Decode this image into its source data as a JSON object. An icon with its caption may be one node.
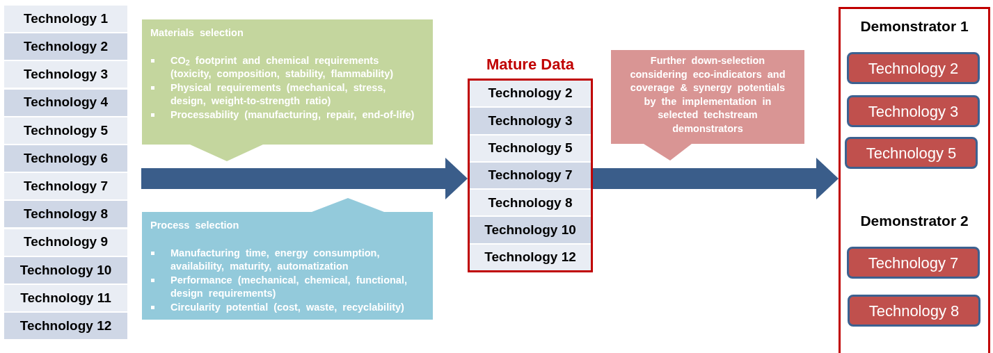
{
  "diagram": {
    "nodes": [
      {
        "text": [
          "Technology 1"
        ]
      },
      {
        "text": [
          "Technology 2"
        ]
      },
      {
        "text": [
          "Technology 3"
        ]
      },
      {
        "text": [
          "Technology 4"
        ]
      },
      {
        "text": [
          "Technology 5"
        ]
      },
      {
        "text": [
          "Technology 6"
        ]
      },
      {
        "text": [
          "Technology 7"
        ]
      },
      {
        "text": [
          "Technology 8"
        ]
      },
      {
        "text": [
          "Technology 9"
        ]
      },
      {
        "text": [
          "Technology 10"
        ]
      },
      {
        "text": [
          "Technology 11"
        ]
      },
      {
        "text": [
          "Technology 12"
        ]
      },
      {
        "text": [
          "Materials selection",
          "CO$_{2}$ footprint and chemical requirements (toxicity, composition, stability, flammability)",
          "Physical requirements (mechanical, stress, design, weight-to-strength ratio)",
          "Processability (manufacturing, repair, end-of-life)"
        ]
      },
      {
        "text": [
          "Process selection",
          "Manufacturing time, energy consumption, availability, maturity, automatization",
          "Performance (mechanical, chemical, functional, design requirements)",
          "Circularity potential (cost, waste, recyclability)"
        ]
      },
      {
        "text": [
          "Mature Data"
        ]
      },
      {
        "text": [
          "Technology 2"
        ],
        "in": 14
      },
      {
        "text": [
          "Technology 3"
        ],
        "in": 14
      },
      {
        "text": [
          "Technology 5"
        ],
        "in": 14
      },
      {
        "text": [
          "Technology 7"
        ],
        "in": 14
      },
      {
        "text": [
          "Technology 8"
        ],
        "in": 14
      },
      {
        "text": [
          "Technology 10"
        ],
        "in": 14
      },
      {
        "text": [
          "Technology 12"
        ],
        "in": 14
      },
      {
        "text": [
          "Further down-selection considering eco-indicators and coverage & synergy potentials by the implementation in selected techstream demonstrators"
        ]
      },
      {
        "text": [
          "Demonstrator 1",
          "Demonstrator 2"
        ]
      },
      {
        "text": [
          "Technology 2"
        ],
        "in": 23
      },
      {
        "text": [
          "Technology 3"
        ],
        "in": 23
      },
      {
        "text": [
          "Technology 5"
        ],
        "in": 23
      },
      {
        "text": [
          "Technology 7"
        ],
        "in": 23
      },
      {
        "text": [
          "Technology 8"
        ],
        "in": 23
      }
    ],
    "edges": [
      {
        "from": null,
        "to": 14,
        "arrow": "to"
      },
      {
        "from": 14,
        "to": 23,
        "arrow": "to"
      }
    ]
  }
}
